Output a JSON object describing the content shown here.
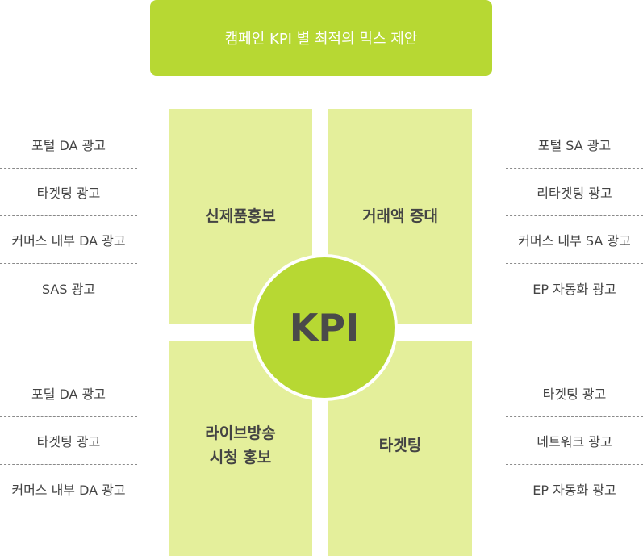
{
  "banner": {
    "title": "캠페인 KPI 별 최적의 믹스 제안"
  },
  "hub": {
    "label": "KPI"
  },
  "quadrants": {
    "top_left": "신제품홍보",
    "top_right": "거래액 증대",
    "bottom_left": "라이브방송\n시청 홍보",
    "bottom_right": "타겟팅"
  },
  "lists": {
    "left_top": [
      "포털 DA 광고",
      "타겟팅 광고",
      "커머스 내부 DA 광고",
      "SAS 광고"
    ],
    "right_top": [
      "포털 SA 광고",
      "리타겟팅 광고",
      "커머스 내부 SA 광고",
      "EP 자동화 광고"
    ],
    "left_bottom": [
      "포털 DA 광고",
      "타겟팅 광고",
      "커머스 내부 DA 광고"
    ],
    "right_bottom": [
      "타겟팅 광고",
      "네트워크 광고",
      "EP 자동화 광고"
    ]
  },
  "colors": {
    "accent": "#b7d833",
    "quadrant_fill": "#e4ef9b",
    "text": "#444444",
    "banner_text": "#ffffff"
  }
}
